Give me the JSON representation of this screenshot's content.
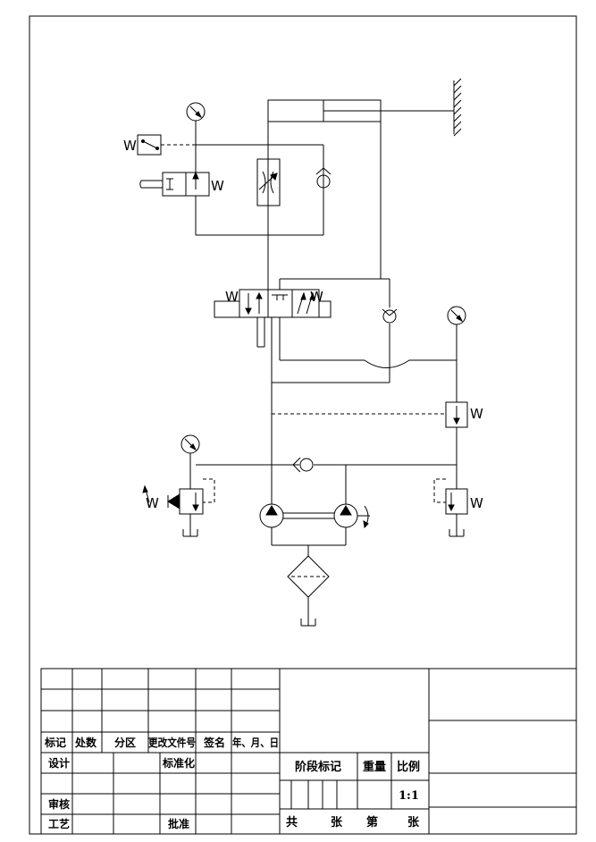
{
  "diagram": {
    "spring_symbol": "W"
  },
  "title_block": {
    "row_labels": [
      "标记",
      "处数",
      "分区",
      "更改文件号",
      "签名",
      "年、月、日"
    ],
    "design": "设计",
    "standardization": "标准化",
    "review": "审核",
    "process": "工艺",
    "approval": "批准",
    "stage_mark": "阶段标记",
    "weight": "重量",
    "scale_label": "比例",
    "scale_value": "1:1",
    "total": "共",
    "sheets": "张",
    "sheet_no": "第",
    "sheet_unit": "张"
  }
}
